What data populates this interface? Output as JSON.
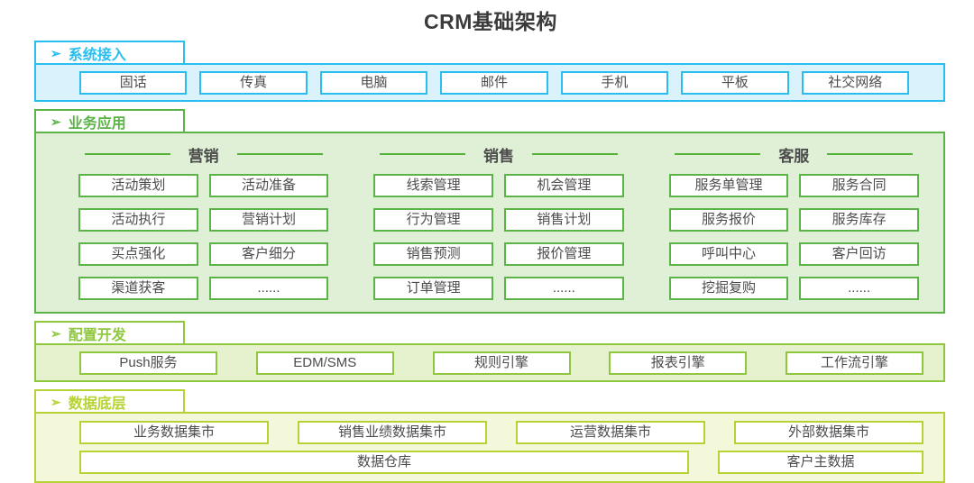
{
  "title": "CRM基础架构",
  "arrow_icon": "➢",
  "colors": {
    "cyan_accent": "#29bdf0",
    "cyan_bg": "#daf2fc",
    "green_accent": "#5cb448",
    "green_line": "#55b235",
    "green_bg": "#dff0d6",
    "lime_accent": "#8fc73e",
    "lime_bg": "#e6f1ce",
    "yellow_accent": "#b5d334",
    "yellow_bg": "#f3f8da",
    "box_text": "#4c4c4c",
    "title_text": "#3b3b3b"
  },
  "sections": {
    "access": {
      "label": "系统接入",
      "items": [
        "固话",
        "传真",
        "电脑",
        "邮件",
        "手机",
        "平板",
        "社交网络"
      ]
    },
    "business": {
      "label": "业务应用",
      "columns": [
        {
          "header": "营销",
          "items": [
            "活动策划",
            "活动准备",
            "活动执行",
            "营销计划",
            "买点强化",
            "客户细分",
            "渠道获客",
            "......"
          ]
        },
        {
          "header": "销售",
          "items": [
            "线索管理",
            "机会管理",
            "行为管理",
            "销售计划",
            "销售预测",
            "报价管理",
            "订单管理",
            "......"
          ]
        },
        {
          "header": "客服",
          "items": [
            "服务单管理",
            "服务合同",
            "服务报价",
            "服务库存",
            "呼叫中心",
            "客户回访",
            "挖掘复购",
            "......"
          ]
        }
      ]
    },
    "config": {
      "label": "配置开发",
      "items": [
        "Push服务",
        "EDM/SMS",
        "规则引擎",
        "报表引擎",
        "工作流引擎"
      ]
    },
    "data": {
      "label": "数据底层",
      "marts": [
        "业务数据集市",
        "销售业绩数据集市",
        "运营数据集市",
        "外部数据集市"
      ],
      "warehouse": "数据仓库",
      "master_data": "客户主数据"
    }
  }
}
